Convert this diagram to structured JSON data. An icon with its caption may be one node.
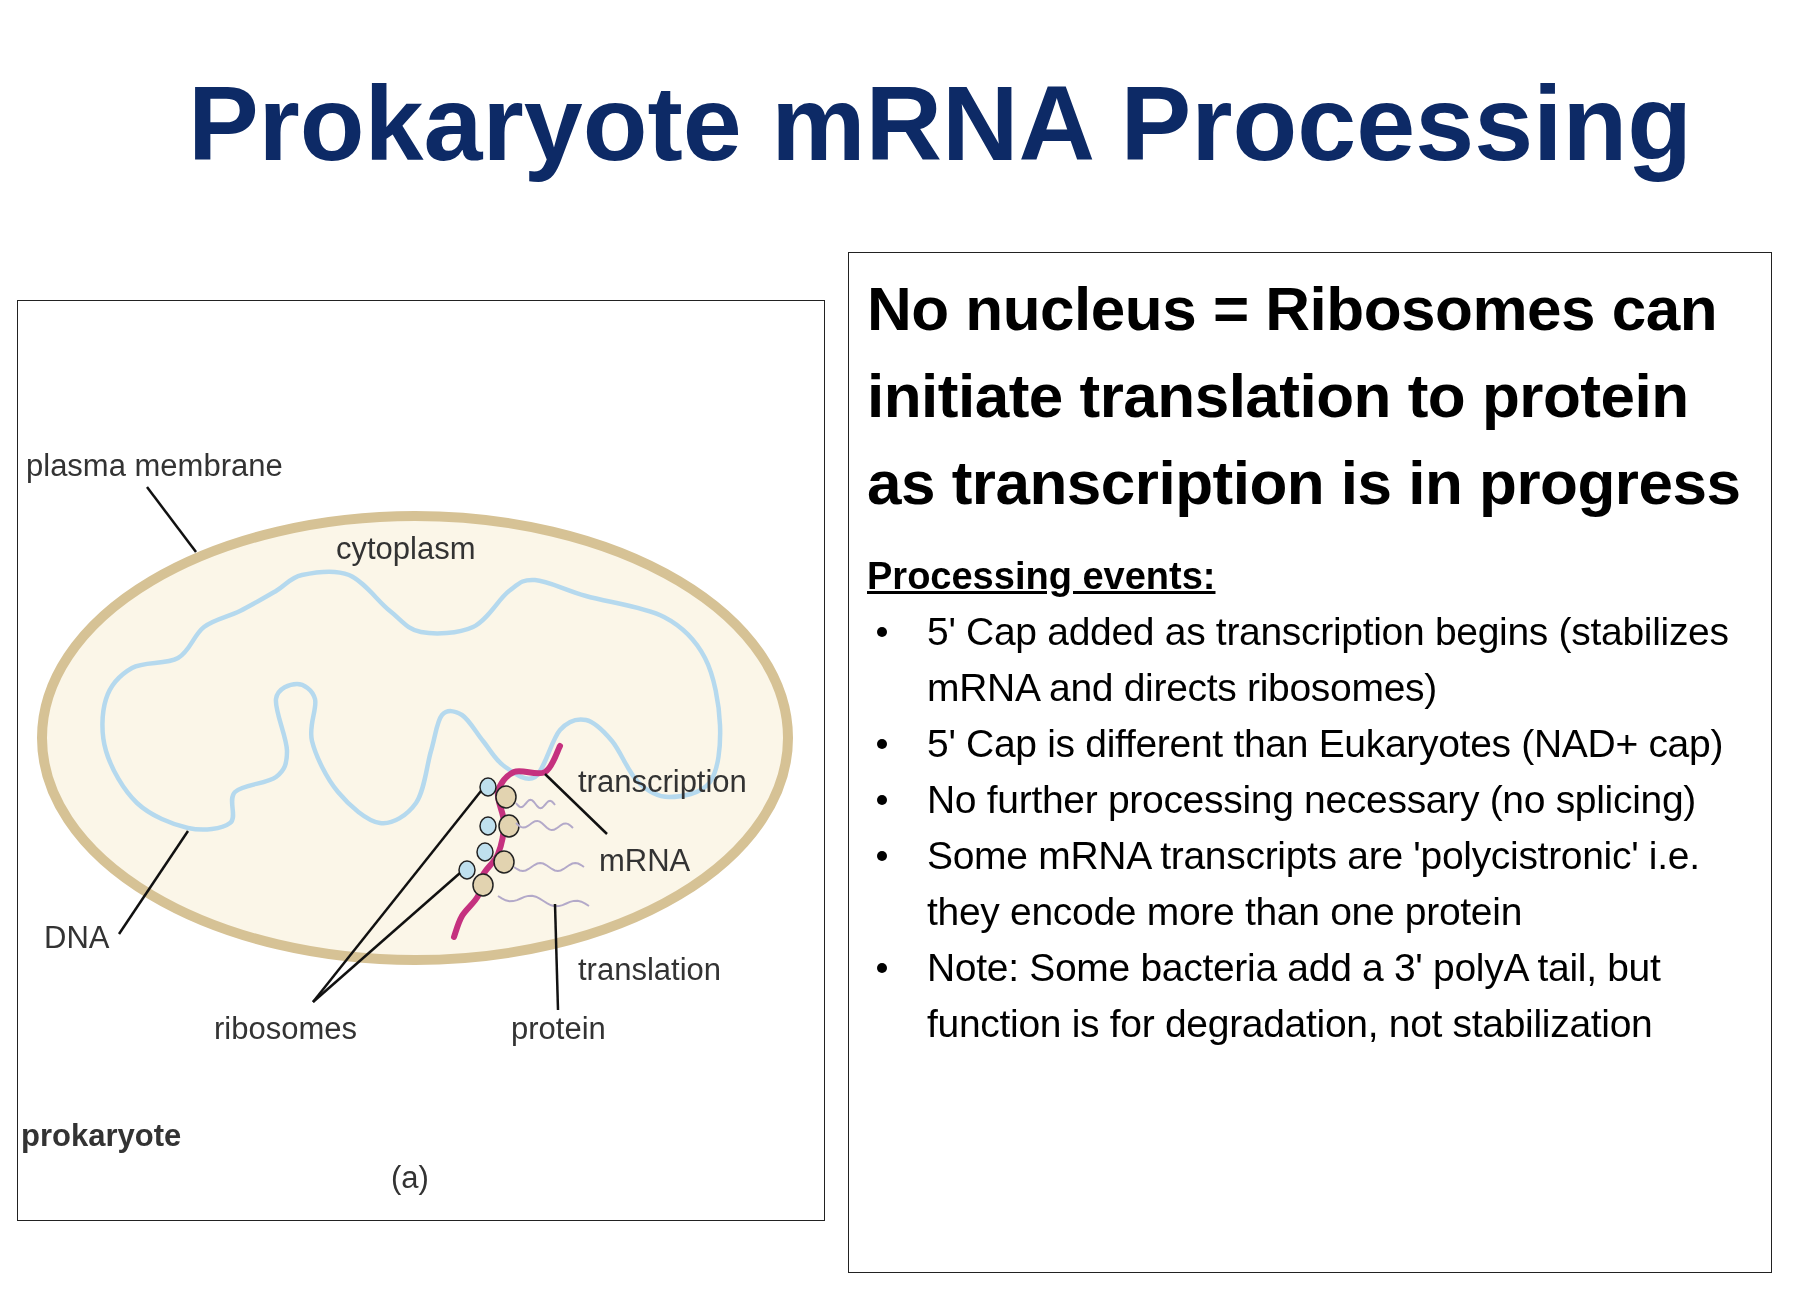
{
  "diagram": {
    "title": "Prokaryote mRNA Processing",
    "nodes": [
      {
        "text": [
          "prokaryote",
          "(a)"
        ]
      },
      {
        "text": [
          "plasma membrane"
        ],
        "in": 0
      },
      {
        "text": [],
        "shape": "picture",
        "in": 0
      },
      {
        "text": [
          "DNA"
        ],
        "in": 0
      },
      {
        "text": [],
        "shape": "picture",
        "in": 2
      },
      {
        "text": [
          "ribosomes"
        ],
        "in": 0
      },
      {
        "text": [],
        "shape": "circle",
        "in": 9
      },
      {
        "text": [],
        "shape": "circle",
        "in": 9
      },
      {
        "text": [
          "mRNA"
        ],
        "in": 2
      },
      {
        "text": [],
        "shape": "picture",
        "in": 2
      },
      {
        "text": [
          "protein"
        ],
        "in": 0
      },
      {
        "text": [],
        "shape": "picture",
        "in": 2
      },
      {
        "text": [
          "No nucleus = Ribosomes can initiate translation to protein as transcription is in progress",
          "Processing events:",
          "5' Cap added as transcription begins (stabilizes mRNA and directs ribosomes)",
          "5' Cap is different than Eukaryotes (NAD+ cap)",
          "No further processing necessary (no splicing)",
          "Some mRNA transcripts are 'polycistronic' i.e. they encode more than one protein",
          "Note: Some bacteria add a 3' polyA tail, but function is for degradation, not stabilization"
        ]
      }
    ],
    "edges": [
      {
        "from": 1,
        "to": 2,
        "arrow": "none"
      },
      {
        "from": 3,
        "to": 4,
        "arrow": "none"
      },
      {
        "from": 5,
        "to": 6,
        "arrow": "none"
      },
      {
        "from": 5,
        "to": 7,
        "arrow": "none"
      },
      {
        "from": 8,
        "to": 9,
        "arrow": "none"
      },
      {
        "from": 10,
        "to": 11,
        "arrow": "none"
      }
    ],
    "labels": [
      "cytoplasm",
      "transcription",
      "translation"
    ]
  }
}
